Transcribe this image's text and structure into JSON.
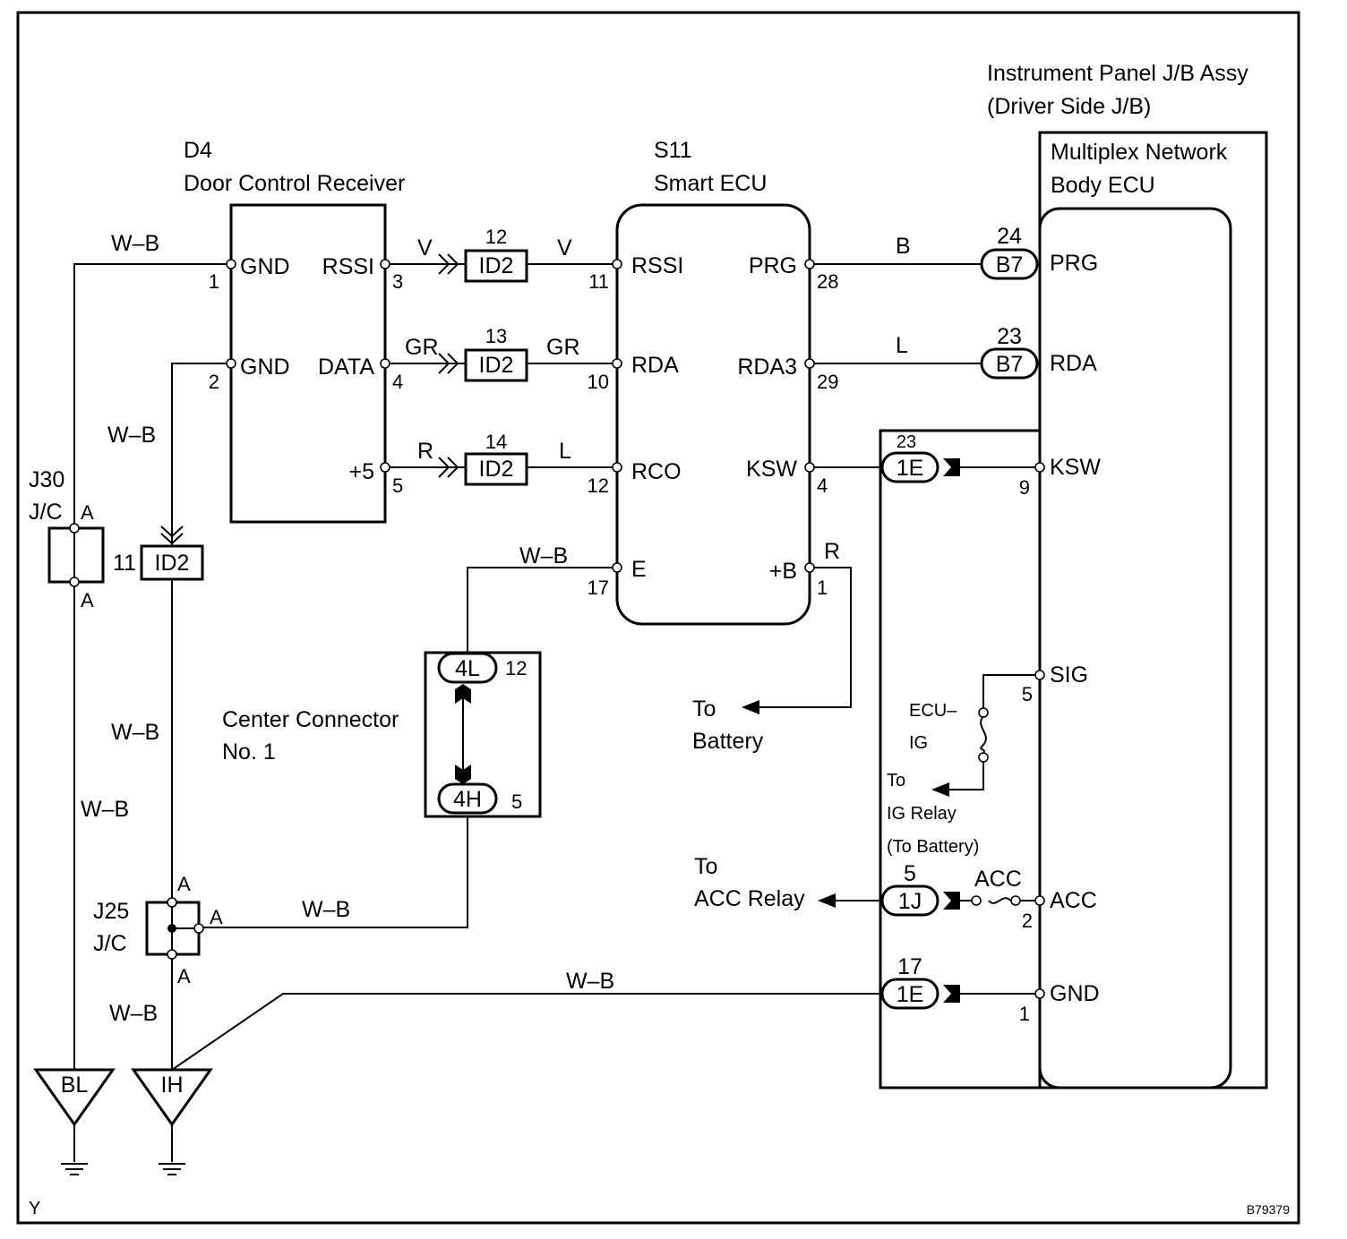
{
  "components": {
    "d4": {
      "code": "D4",
      "name": "Door Control Receiver",
      "pins": {
        "gnd1": "GND",
        "gnd2": "GND",
        "rssi": "RSSI",
        "data": "DATA",
        "plus5": "+5"
      },
      "pin_numbers": {
        "gnd1": "1",
        "gnd2": "2",
        "rssi": "3",
        "data": "4",
        "plus5": "5"
      }
    },
    "s11": {
      "code": "S11",
      "name": "Smart ECU",
      "pins": {
        "rssi": "RSSI",
        "rda": "RDA",
        "rco": "RCO",
        "e": "E",
        "prg": "PRG",
        "rda3": "RDA3",
        "ksw": "KSW",
        "b": "+B"
      },
      "pin_numbers": {
        "rssi": "11",
        "rda": "10",
        "rco": "12",
        "e": "17",
        "prg": "28",
        "rda3": "29",
        "ksw": "4",
        "b": "1"
      }
    },
    "jb": {
      "title_line1": "Instrument Panel J/B Assy",
      "title_line2": "(Driver Side J/B)",
      "ecu_line1": "Multiplex Network",
      "ecu_line2": "Body ECU",
      "pins": {
        "prg": "PRG",
        "rda": "RDA",
        "ksw": "KSW",
        "sig": "SIG",
        "acc": "ACC",
        "gnd": "GND"
      },
      "pin_numbers": {
        "ksw": "9",
        "sig": "5",
        "acc": "2",
        "gnd": "1"
      }
    },
    "j30": {
      "line1": "J30",
      "line2": "J/C",
      "top": "A",
      "bottom": "A"
    },
    "j25": {
      "line1": "J25",
      "line2": "J/C",
      "top": "A",
      "right": "A",
      "bottom": "A"
    },
    "center_connector": {
      "line1": "Center Connector",
      "line2": "No. 1",
      "top_code": "4L",
      "top_pin": "12",
      "bottom_code": "4H",
      "bottom_pin": "5"
    }
  },
  "connectors": {
    "id2_a": {
      "code": "ID2",
      "pin": "12"
    },
    "id2_b": {
      "code": "ID2",
      "pin": "13"
    },
    "id2_c": {
      "code": "ID2",
      "pin": "14"
    },
    "id2_d": {
      "code": "ID2",
      "pin": "11"
    },
    "b7_a": {
      "code": "B7",
      "pin": "24"
    },
    "b7_b": {
      "code": "B7",
      "pin": "23"
    },
    "e1_a": {
      "code": "1E",
      "pin": "23"
    },
    "j1": {
      "code": "1J",
      "pin": "5"
    },
    "e1_b": {
      "code": "1E",
      "pin": "17"
    }
  },
  "wire_colors": {
    "gnd1": "W–B",
    "gnd2": "W–B",
    "rssi_in": "V",
    "rssi_out": "V",
    "data_in": "GR",
    "data_out": "GR",
    "plus5_in": "R",
    "rco_out": "L",
    "prg": "B",
    "rda3": "L",
    "e": "W–B",
    "b": "R",
    "j30_down": "W–B",
    "id2_down": "W–B",
    "j25_right": "W–B",
    "j25_down": "W–B",
    "gnd_bus": "W–B"
  },
  "grounds": {
    "bl": "BL",
    "ih": "IH"
  },
  "fuses": {
    "ecu_ig_line1": "ECU–",
    "ecu_ig_line2": "IG",
    "acc": "ACC"
  },
  "destinations": {
    "battery_line1": "To",
    "battery_line2": "Battery",
    "ig_relay_line1": "To",
    "ig_relay_line2": "IG Relay",
    "ig_relay_line3": "(To Battery)",
    "acc_relay_line1": "To",
    "acc_relay_line2": "ACC Relay"
  },
  "footer": {
    "left": "Y",
    "right": "B79379"
  }
}
